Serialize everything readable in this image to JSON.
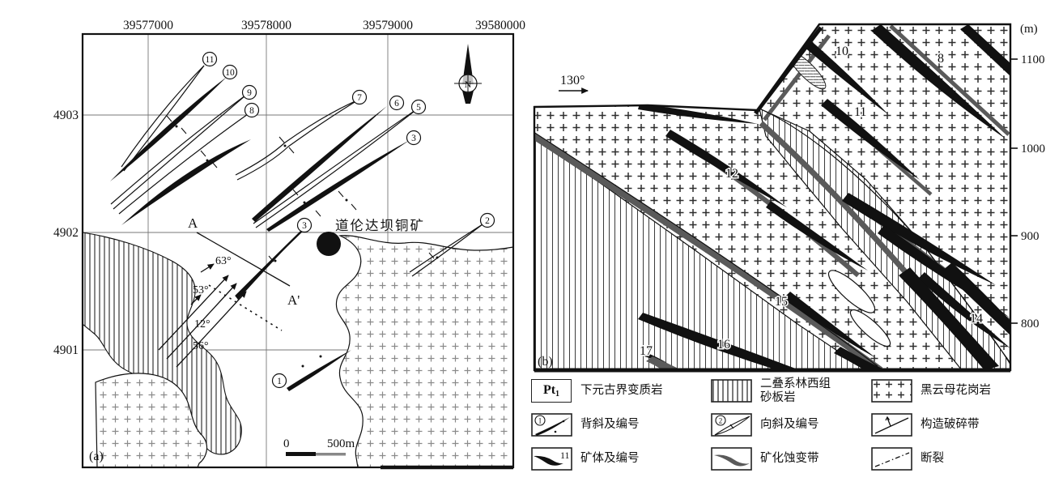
{
  "panel_a": {
    "label": "(a)",
    "x_ticks": [
      "39577000",
      "39578000",
      "39579000",
      "39580000"
    ],
    "y_ticks": [
      "4903",
      "4902",
      "4901"
    ],
    "north": "N",
    "mine_name": "道伦达坝铜矿",
    "section": {
      "start": "A",
      "end": "A'"
    },
    "angles": {
      "a63": "63°",
      "a53": "53°",
      "a12": "12°",
      "a56": "56°"
    },
    "scale": {
      "zero": "0",
      "max": "500m"
    },
    "folds": {
      "f1": "1",
      "f2": "2",
      "f3a": "3",
      "f3b": "3",
      "f5": "5",
      "f6": "6",
      "f7": "7",
      "f8": "8",
      "f9": "9",
      "f10": "10",
      "f11": "11"
    }
  },
  "panel_b": {
    "label": "(b)",
    "azimuth": "130°",
    "unit": "(m)",
    "elev": [
      "1100",
      "1000",
      "900",
      "800"
    ],
    "bodies": {
      "b8": "8",
      "b10": "10",
      "b11": "11",
      "b12": "12",
      "b14": "14",
      "b15": "15",
      "b16": "16",
      "b17": "17"
    }
  },
  "legend": {
    "items": [
      {
        "label": "下元古界变质岩",
        "symbol": "Pt",
        "symbol_sub": "1"
      },
      {
        "label": "二叠系林西组砂板岩"
      },
      {
        "label": "黑云母花岗岩"
      },
      {
        "label": "背斜及编号",
        "number": "1"
      },
      {
        "label": "向斜及编号",
        "number": "2"
      },
      {
        "label": "构造破碎带"
      },
      {
        "label": "矿体及编号",
        "number": "11"
      },
      {
        "label": "矿化蚀变带"
      },
      {
        "label": "断裂"
      }
    ]
  },
  "colors": {
    "ink": "#111111",
    "alteration_gray": "#5a5a5a",
    "grid_gray": "#777777"
  }
}
